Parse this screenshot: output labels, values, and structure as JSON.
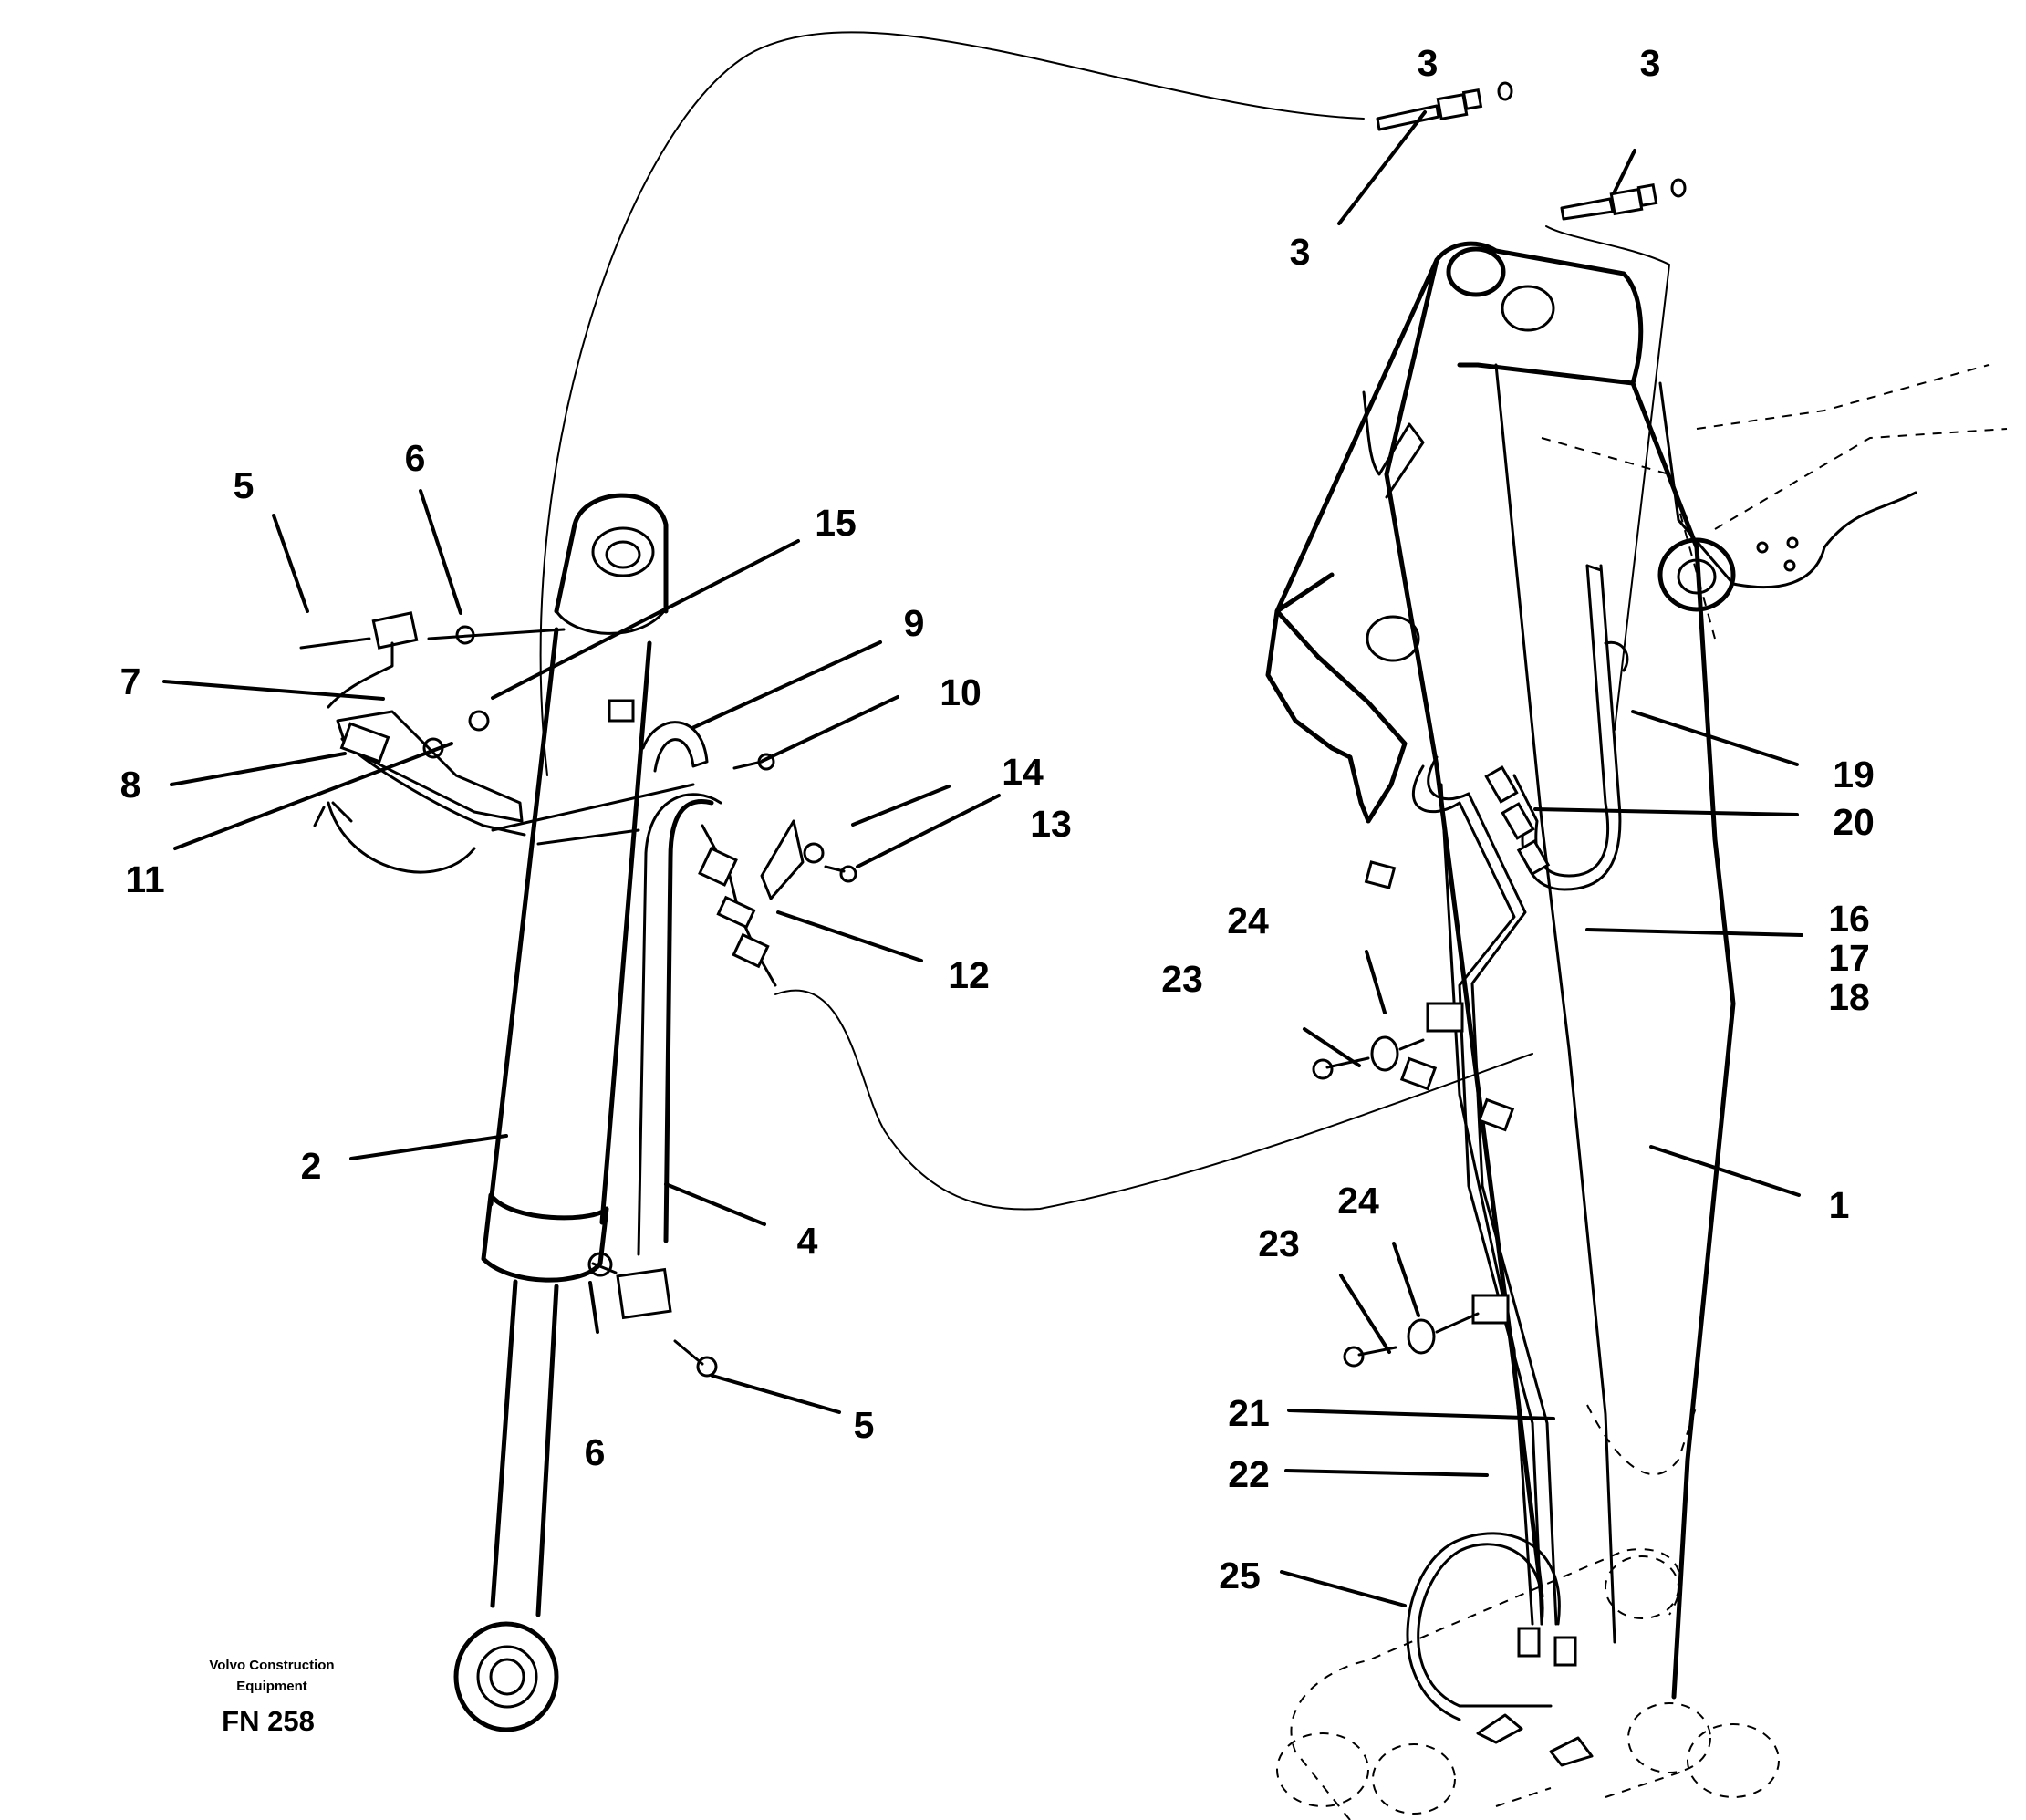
{
  "callouts": {
    "c1": "1",
    "c2": "2",
    "c3a": "3",
    "c3b": "3",
    "c3c": "3",
    "c4": "4",
    "c5a": "5",
    "c5b": "5",
    "c6a": "6",
    "c6b": "6",
    "c7": "7",
    "c8": "8",
    "c9": "9",
    "c10": "10",
    "c11": "11",
    "c12": "12",
    "c13": "13",
    "c14": "14",
    "c15": "15",
    "c16": "16",
    "c17": "17",
    "c18": "18",
    "c19": "19",
    "c20": "20",
    "c21": "21",
    "c22": "22",
    "c23a": "23",
    "c23b": "23",
    "c24a": "24",
    "c24b": "24",
    "c25": "25"
  },
  "stamp": {
    "company_line1": "Volvo Construction",
    "company_line2": "Equipment",
    "figure_code": "FN 258"
  }
}
